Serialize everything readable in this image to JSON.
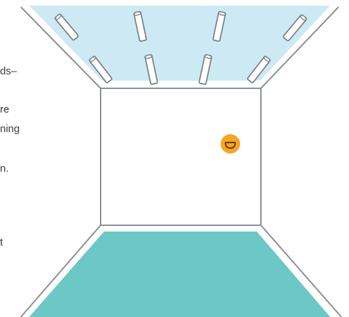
{
  "colors": {
    "ceiling": "#cdeaf4",
    "floor": "#6cc8c4",
    "wall": "#ffffff",
    "edge": "#8a8f93",
    "lamp_stroke": "#7b8085",
    "lamp_fill": "#ffffff",
    "sensor": "#f5a623",
    "sensor_mark": "#6b3c00"
  },
  "icons": {
    "ceiling_fixture": "linear-light-fixture-icon",
    "sensor": "occupancy-sensor-icon"
  },
  "lamps": {
    "rows": 2,
    "per_row": 4
  },
  "text_fragments": [
    "ds–",
    "re",
    "ning",
    "n.",
    "t"
  ]
}
